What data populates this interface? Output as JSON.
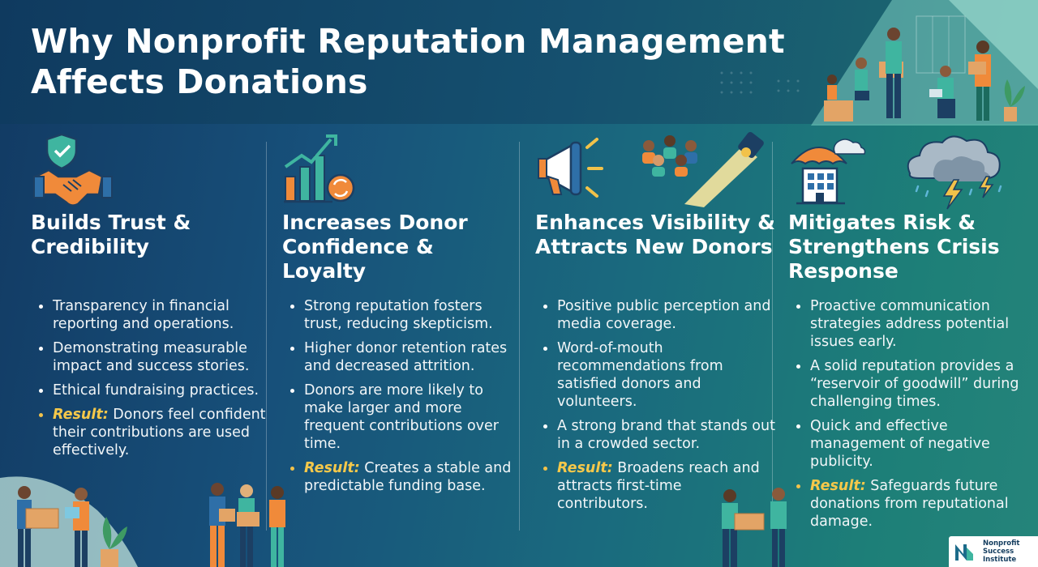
{
  "header": {
    "title_line1": "Why Nonprofit Reputation Management",
    "title_line2": "Affects Donations"
  },
  "colors": {
    "accent_yellow": "#f5c84a",
    "orange": "#f08a3a",
    "teal": "#3fb5a0",
    "navy": "#123a63"
  },
  "columns": [
    {
      "icon": "handshake-shield-icon",
      "title": "Builds Trust & Credibility",
      "bullets": [
        "Transparency in financial reporting and operations.",
        "Demonstrating measurable impact and success stories.",
        "Ethical fundraising practices."
      ],
      "result_label": "Result:",
      "result_text": "Donors feel confident their contributions are used effectively."
    },
    {
      "icon": "growth-chart-icon",
      "title": "Increases Donor Confidence & Loyalty",
      "bullets": [
        "Strong reputation fosters trust, reducing skepticism.",
        "Higher donor retention rates and decreased attrition.",
        "Donors are more likely to make larger and more frequent contributions over time."
      ],
      "result_label": "Result:",
      "result_text": "Creates a stable and predictable funding base."
    },
    {
      "icon": "megaphone-spotlight-icon",
      "title": "Enhances Visibility & Attracts New Donors",
      "bullets": [
        "Positive public perception and media coverage.",
        "Word-of-mouth recommendations from satisfied donors and volunteers.",
        "A strong brand that stands out in a crowded sector."
      ],
      "result_label": "Result:",
      "result_text": "Broadens reach and attracts first-time contributors."
    },
    {
      "icon": "umbrella-storm-icon",
      "title": "Mitigates Risk & Strengthens Crisis Response",
      "bullets": [
        "Proactive communication strategies address potential issues early.",
        "A solid reputation provides a “reservoir of goodwill” during challenging times.",
        "Quick and effective management of negative publicity."
      ],
      "result_label": "Result:",
      "result_text": "Safeguards future donations from reputational damage."
    }
  ],
  "logo": {
    "line1": "Nonprofit",
    "line2": "Success",
    "line3": "Institute"
  }
}
